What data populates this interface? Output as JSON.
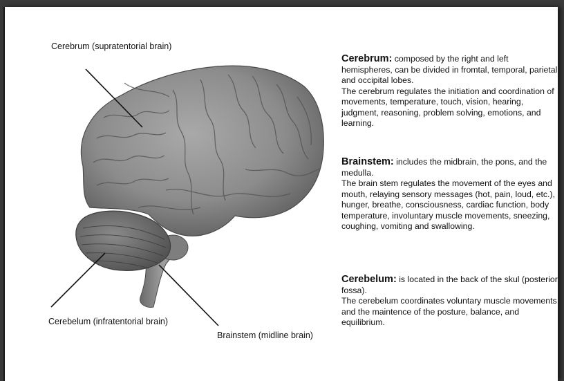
{
  "labels": {
    "cerebrum": "Cerebrum (supratentorial brain)",
    "cerebelum": "Cerebelum (infratentorial brain)",
    "brainstem": "Brainstem (midline brain)"
  },
  "sections": {
    "cerebrum": {
      "heading": "Cerebrum:",
      "intro": "composed by the right and left hemispheres, can be divided in fromtal, temporal, parietal and occipital lobes.",
      "body": "The cerebrum regulates the initiation and coordination of movements, temperature, touch, vision, hearing, judgment, reasoning, problem solving, emotions, and learning."
    },
    "brainstem": {
      "heading": "Brainstem:",
      "intro": "includes the midbrain, the pons, and the medulla.",
      "body": "The brain stem regulates the movement of the eyes and mouth, relaying sensory messages (hot, pain, loud, etc.), hunger, breathe, consciousness, cardiac function, body temperature, involuntary muscle movements, sneezing, coughing, vomiting and swallowing."
    },
    "cerebelum": {
      "heading": "Cerebelum:",
      "intro": "is located in the back of the skul (posterior fossa).",
      "body": "The cerebelum coordinates voluntary muscle movements and the maintence of the posture, balance, and equilibrium."
    }
  }
}
